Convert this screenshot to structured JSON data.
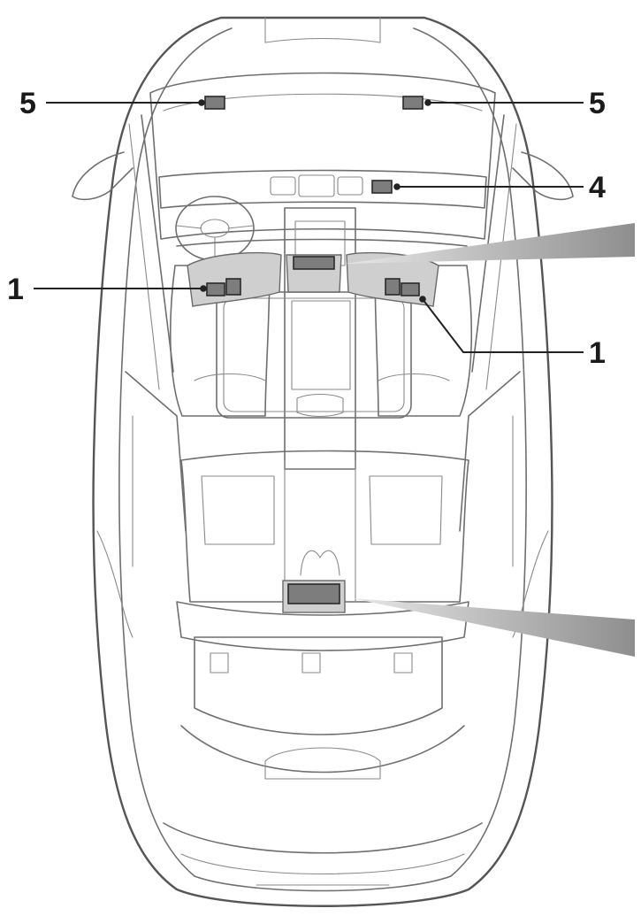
{
  "callouts": {
    "front_left": "5",
    "front_right": "5",
    "dash_right": "4",
    "door_left": "1",
    "door_right": "1"
  },
  "colors": {
    "line": "#6f6f6f",
    "sensor_fill": "#7d7d7d",
    "zone_fill": "#cfcfcf",
    "beam_start": "#9a9a9a",
    "beam_end": "#e4e4e4",
    "text": "#1a1a1a"
  }
}
